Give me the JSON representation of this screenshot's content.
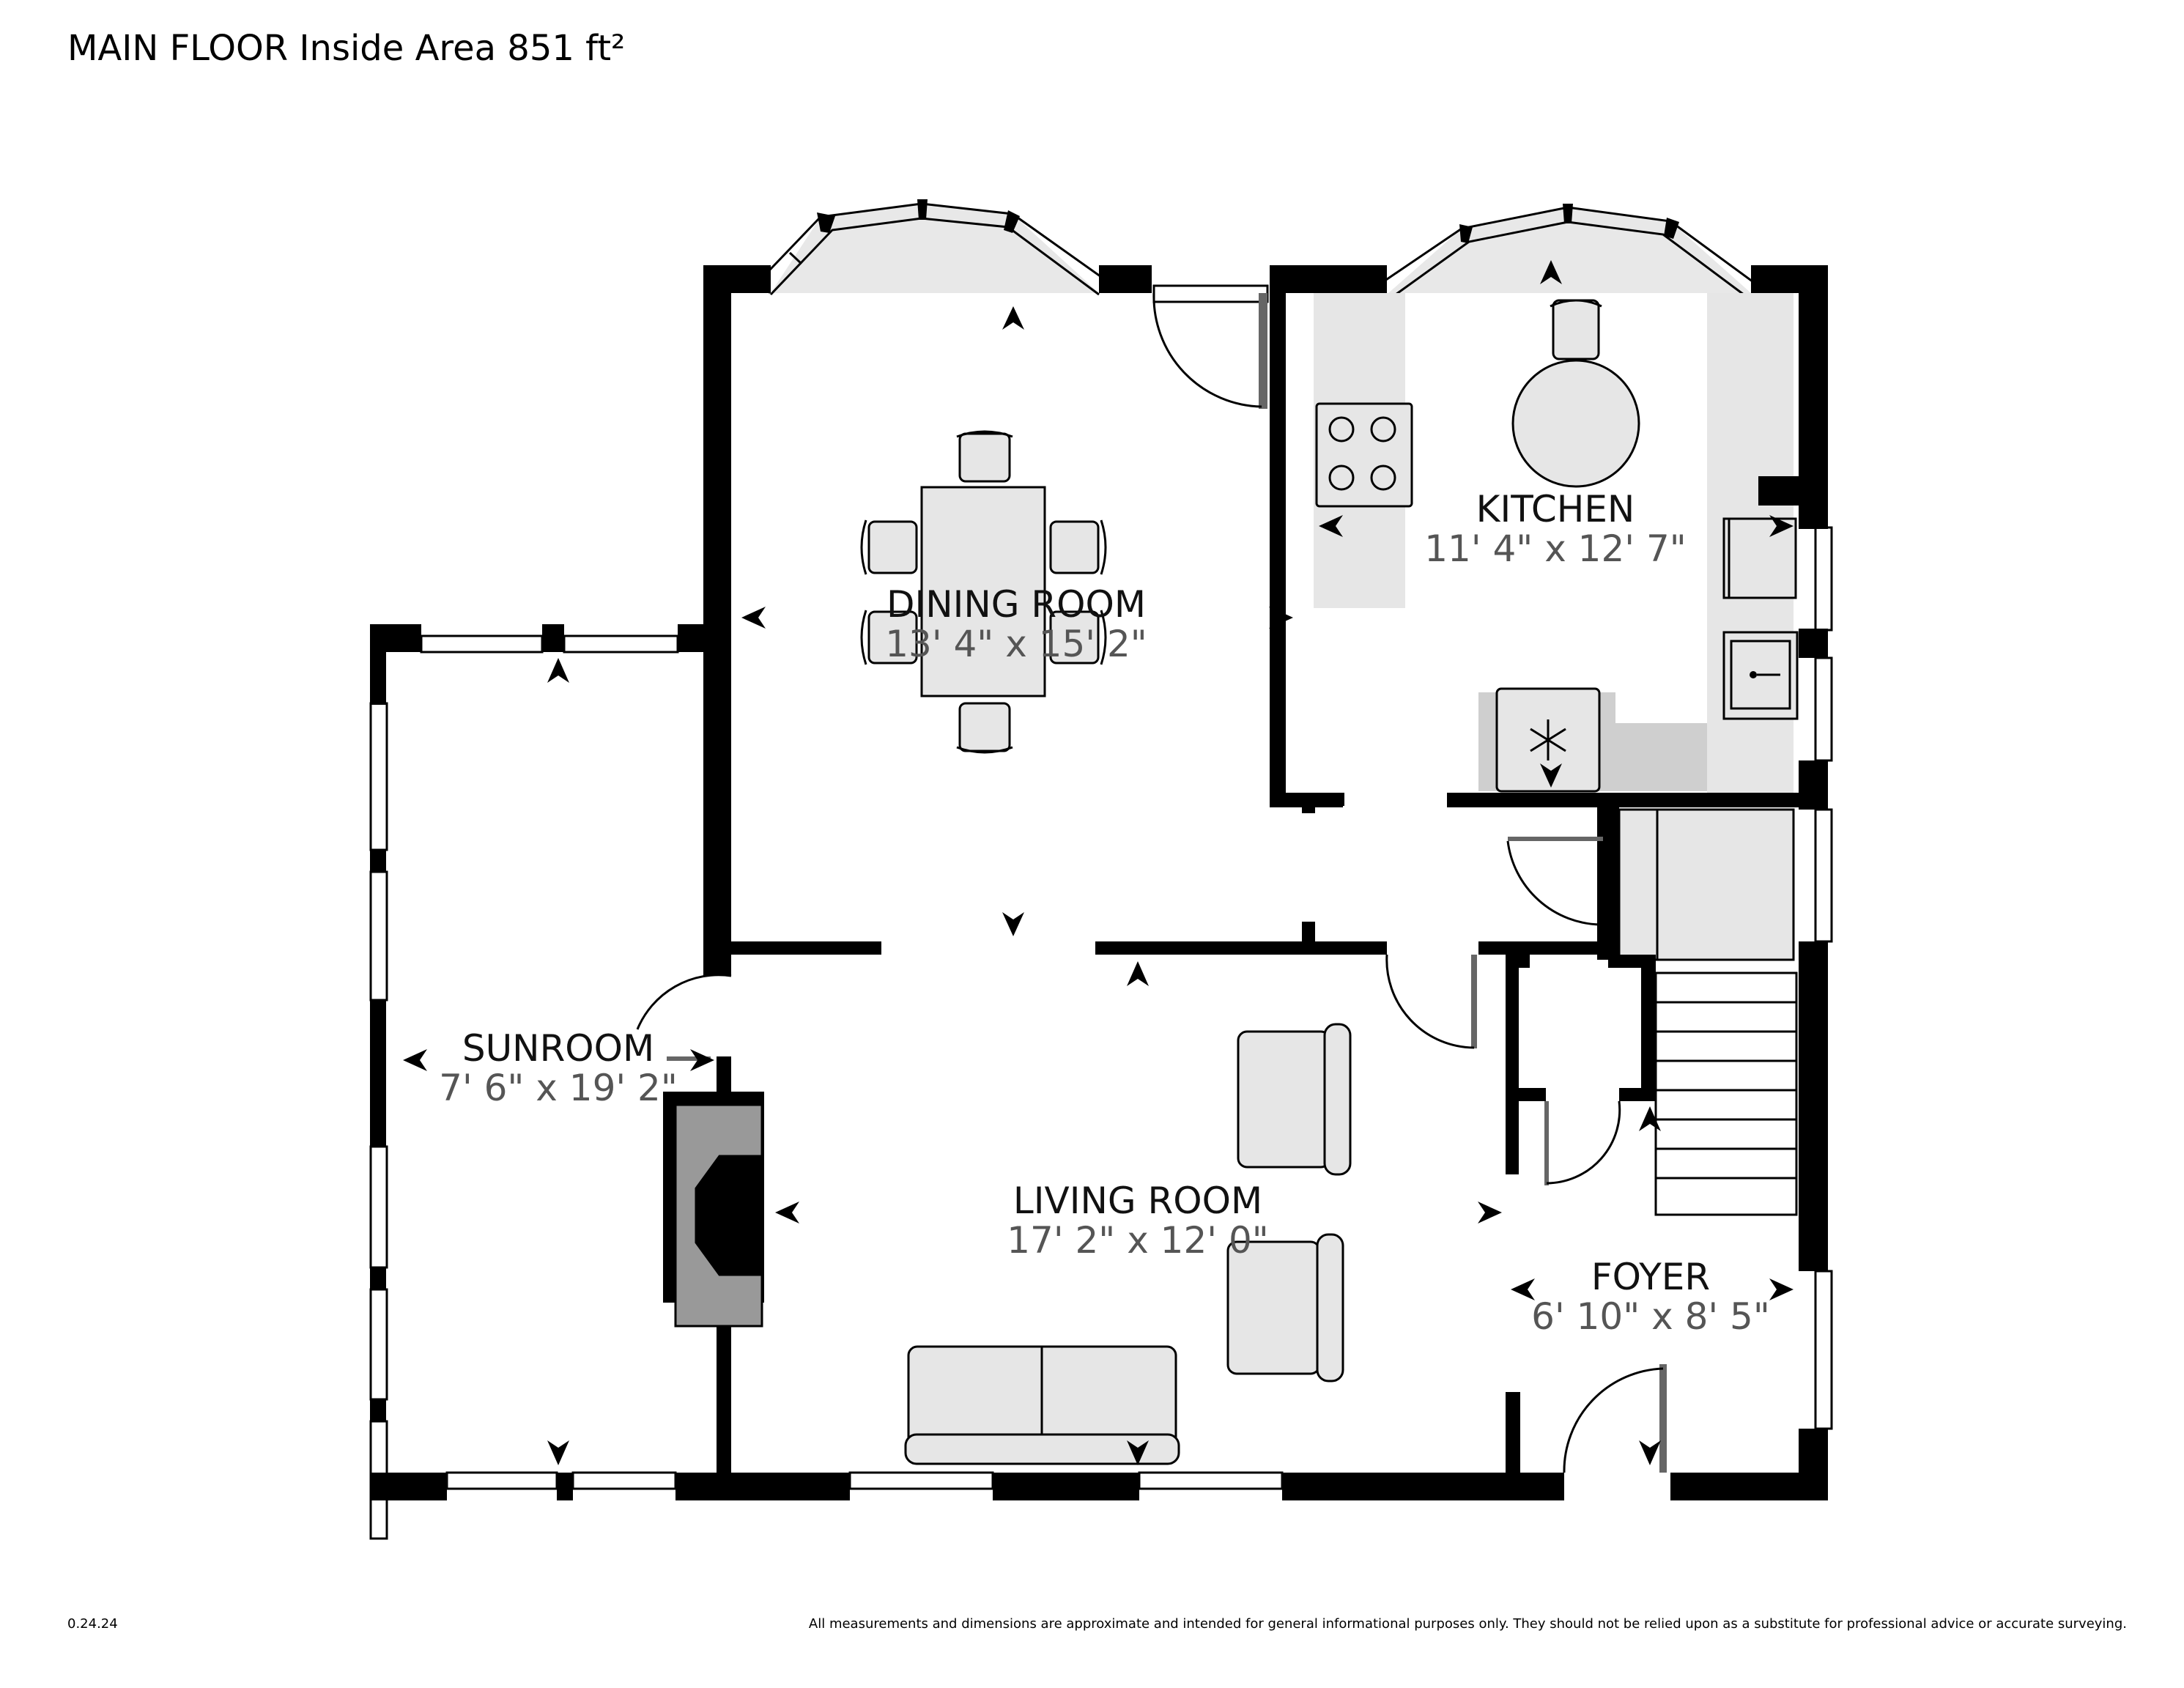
{
  "header": {
    "title": "MAIN FLOOR Inside Area 851 ft²"
  },
  "footer": {
    "version": "0.24.24",
    "disclaimer": "All measurements and dimensions are approximate and intended for general informational purposes only. They should not be relied upon as a substitute for professional advice or accurate surveying."
  },
  "rooms": {
    "dining": {
      "name": "DINING ROOM",
      "dims": "13' 4\" x 15' 2\""
    },
    "kitchen": {
      "name": "KITCHEN",
      "dims": "11' 4\" x 12' 7\""
    },
    "sunroom": {
      "name": "SUNROOM",
      "dims": "7' 6\" x 19' 2\""
    },
    "living": {
      "name": "LIVING ROOM",
      "dims": "17' 2\" x 12' 0\""
    },
    "foyer": {
      "name": "FOYER",
      "dims": "6' 10\" x 8' 5\""
    }
  },
  "colors": {
    "wall": "#000000",
    "fixture": "#e6e6e6",
    "fireplace": "#999999"
  }
}
